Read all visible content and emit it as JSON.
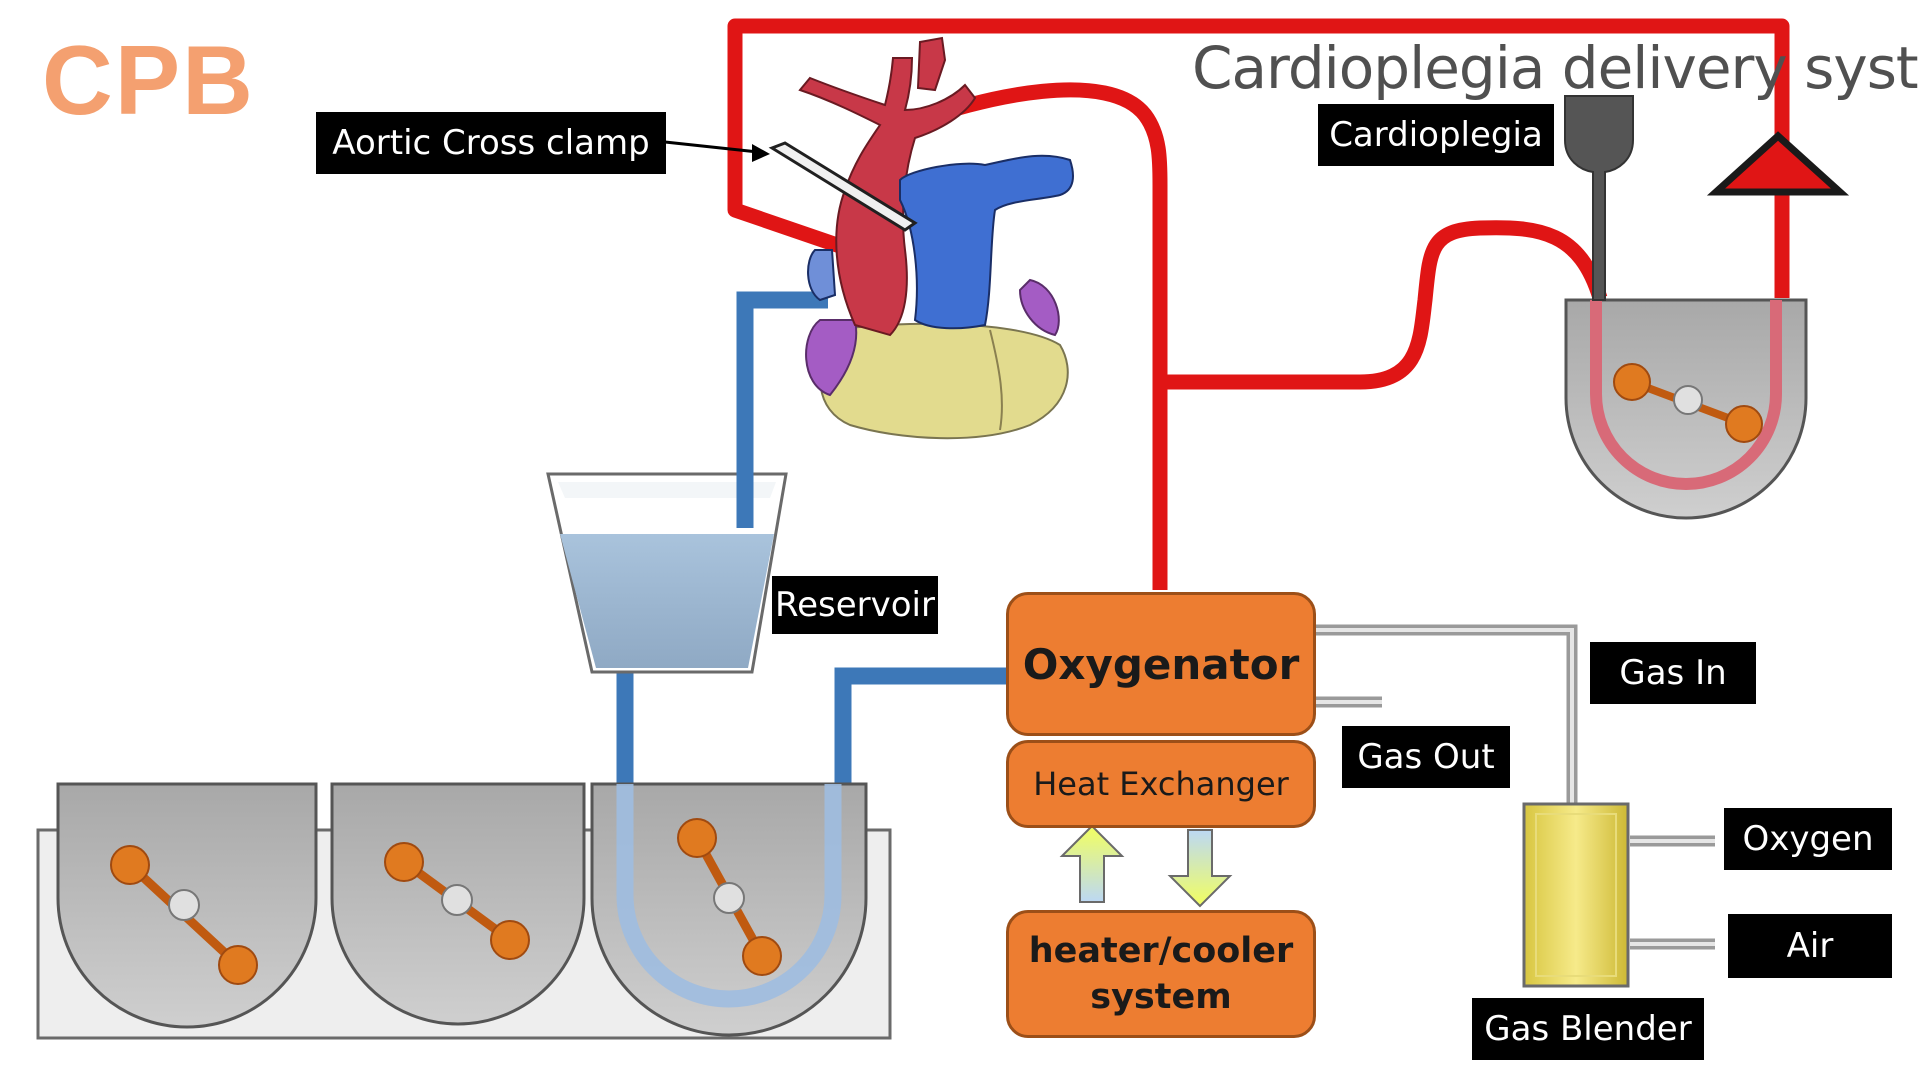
{
  "brand": {
    "title": "CPB",
    "color": "#f4a070"
  },
  "subtitle": "Cardioplegia delivery system",
  "labels": {
    "aortic_cross_clamp": "Aortic Cross clamp",
    "cardioplegia": "Cardioplegia",
    "reservoir": "Reservoir",
    "gas_in": "Gas In",
    "gas_out": "Gas Out",
    "oxygen": "Oxygen",
    "air": "Air",
    "gas_blender": "Gas Blender"
  },
  "components": {
    "oxygenator": "Oxygenator",
    "heat_exchanger": "Heat Exchanger",
    "heater_cooler_line1": "heater/cooler",
    "heater_cooler_line2": "system"
  },
  "colors": {
    "arterial": "#e01515",
    "venous": "#3d78b8",
    "gas_line": "#b8b8b8",
    "component": "#ed7d31",
    "blender": "#f2e373",
    "roller": "#e07a20"
  },
  "icons": [
    "heart-icon",
    "roller-pump-icon",
    "reservoir-icon",
    "cardioplegia-bag-icon",
    "bubble-trap-icon"
  ]
}
